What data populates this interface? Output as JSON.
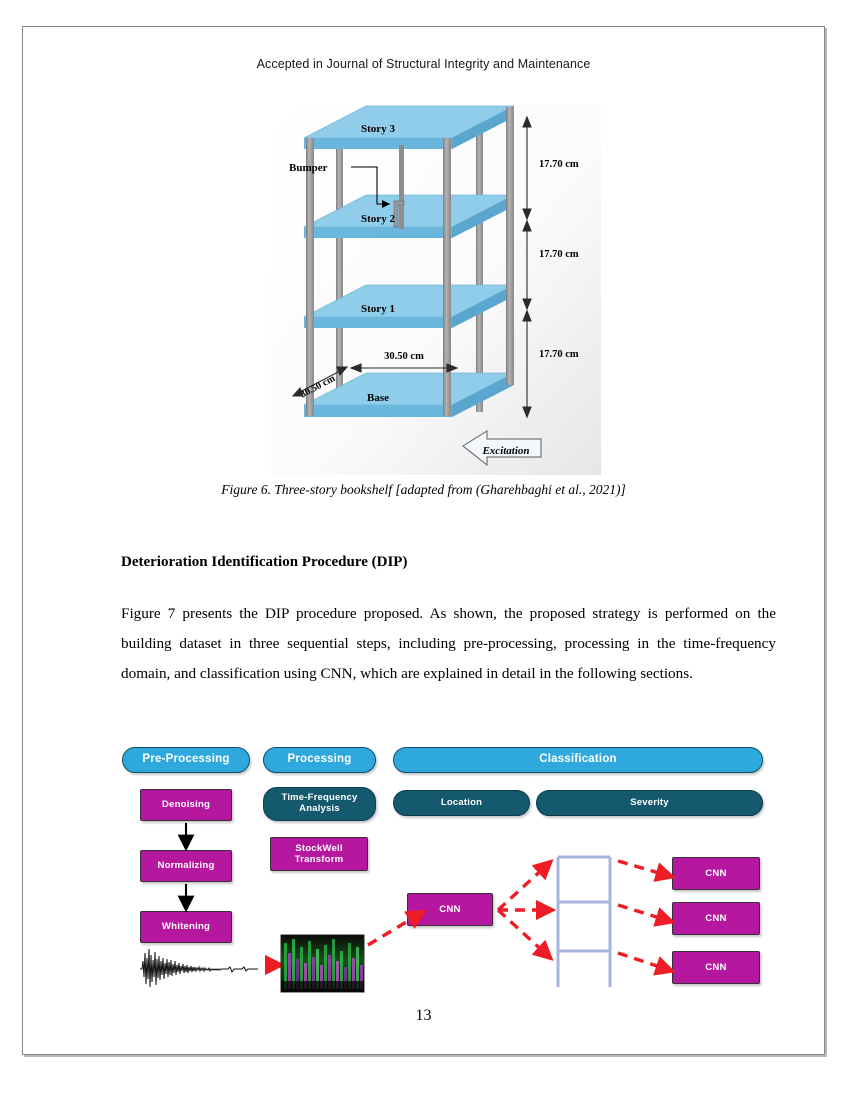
{
  "page": {
    "running_head": "Accepted in Journal of Structural Integrity and Maintenance",
    "page_number": "13"
  },
  "figure6": {
    "caption": "Figure 6.  Three-story bookshelf  [adapted from (Gharehbaghi et al., 2021)]",
    "labels": {
      "story3": "Story 3",
      "story2": "Story 2",
      "story1": "Story 1",
      "base": "Base",
      "bumper": "Bumper",
      "excitation": "Excitation"
    },
    "dimensions": {
      "height_top": "17.70 cm",
      "height_mid": "17.70 cm",
      "height_bottom": "17.70 cm",
      "width_front": "30.50 cm",
      "width_side": "30.50 cm"
    },
    "colors": {
      "shelf_top": "#8fcdea",
      "shelf_front": "#6bb6dc",
      "post": "#9a9a9a"
    }
  },
  "section": {
    "heading": "Deterioration Identification Procedure (DIP)",
    "paragraph": "Figure 7 presents the DIP procedure proposed. As shown, the proposed strategy is performed on the building dataset in three sequential steps, including pre-processing, processing in the time-frequency domain, and classification using CNN, which are explained in detail in the following sections."
  },
  "figure7": {
    "headers": [
      {
        "label": "Pre-Processing"
      },
      {
        "label": "Processing"
      },
      {
        "label": "Classification"
      }
    ],
    "subheaders": [
      {
        "label": "Time-Frequency Analysis"
      },
      {
        "label": "Location"
      },
      {
        "label": "Severity"
      }
    ],
    "preprocessing_steps": [
      {
        "label": "Denoising"
      },
      {
        "label": "Normalizing"
      },
      {
        "label": "Whitening"
      }
    ],
    "processing_steps": [
      {
        "label": "StockWell Transform"
      }
    ],
    "cnn_main": {
      "label": "CNN"
    },
    "cnn_outputs": [
      {
        "label": "CNN"
      },
      {
        "label": "CNN"
      },
      {
        "label": "CNN"
      }
    ],
    "colors": {
      "header_pill": "#2fa8dd",
      "subheader_pill": "#15596f",
      "process_box": "#b5179e",
      "arrow_red": "#ee1c24",
      "frame_blue": "#a8b4e0"
    }
  }
}
